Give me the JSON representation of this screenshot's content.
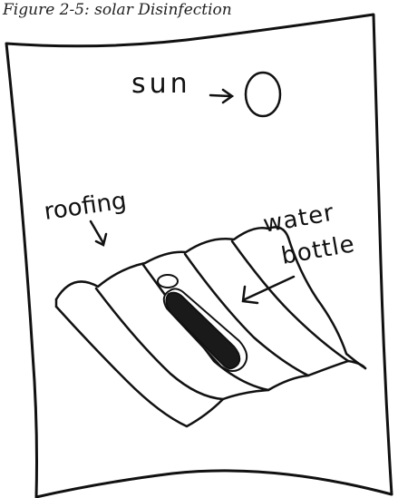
{
  "figure": {
    "caption": "Figure 2-5: solar Disinfection"
  },
  "labels": {
    "sun": "sun",
    "roofing": "roofing",
    "water_line1": "water",
    "water_line2": "bottle"
  },
  "colors": {
    "ink": "#111111",
    "paper": "#ffffff",
    "bottle_fill": "#1a1a1a"
  }
}
